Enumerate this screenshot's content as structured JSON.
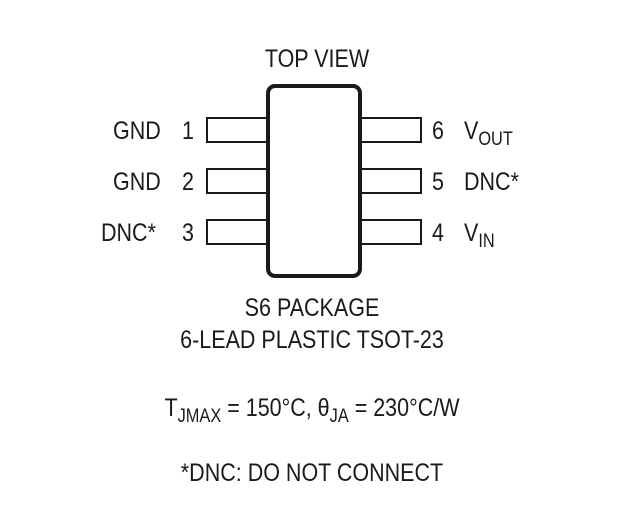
{
  "title": "TOP VIEW",
  "pins": [
    {
      "number": "1",
      "name": "GND"
    },
    {
      "number": "2",
      "name": "GND"
    },
    {
      "number": "3",
      "name": "DNC*"
    },
    {
      "number": "4",
      "name_main": "V",
      "name_sub": "IN"
    },
    {
      "number": "5",
      "name": "DNC*"
    },
    {
      "number": "6",
      "name_main": "V",
      "name_sub": "OUT"
    }
  ],
  "package": {
    "name": "S6 PACKAGE",
    "description": "6-LEAD PLASTIC TSOT-23"
  },
  "thermal": {
    "t_symbol": "T",
    "t_sub": "JMAX",
    "t_value": " = 150°C, ",
    "theta_symbol": "θ",
    "theta_sub": "JA",
    "theta_value": " = 230°C/W"
  },
  "footnote": "*DNC: DO NOT CONNECT"
}
